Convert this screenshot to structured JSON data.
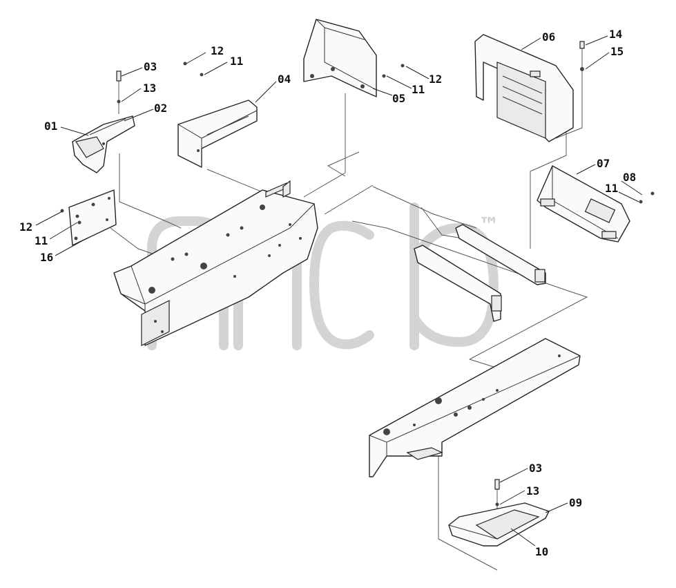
{
  "watermark": {
    "tm": "™"
  },
  "labels": [
    {
      "id": "p01a",
      "text": "01"
    },
    {
      "id": "p02",
      "text": "02"
    },
    {
      "id": "p03a",
      "text": "03"
    },
    {
      "id": "p13a",
      "text": "13"
    },
    {
      "id": "p12a",
      "text": "12"
    },
    {
      "id": "p11a",
      "text": "11"
    },
    {
      "id": "p04",
      "text": "04"
    },
    {
      "id": "p05",
      "text": "05"
    },
    {
      "id": "p11b",
      "text": "11"
    },
    {
      "id": "p12b",
      "text": "12"
    },
    {
      "id": "p06",
      "text": "06"
    },
    {
      "id": "p14",
      "text": "14"
    },
    {
      "id": "p15",
      "text": "15"
    },
    {
      "id": "p07",
      "text": "07"
    },
    {
      "id": "p08",
      "text": "08"
    },
    {
      "id": "p11c",
      "text": "11"
    },
    {
      "id": "p12c",
      "text": "12"
    },
    {
      "id": "p11d",
      "text": "11"
    },
    {
      "id": "p16",
      "text": "16"
    },
    {
      "id": "p03b",
      "text": "03"
    },
    {
      "id": "p13b",
      "text": "13"
    },
    {
      "id": "p09",
      "text": "09"
    },
    {
      "id": "p10",
      "text": "10"
    }
  ]
}
